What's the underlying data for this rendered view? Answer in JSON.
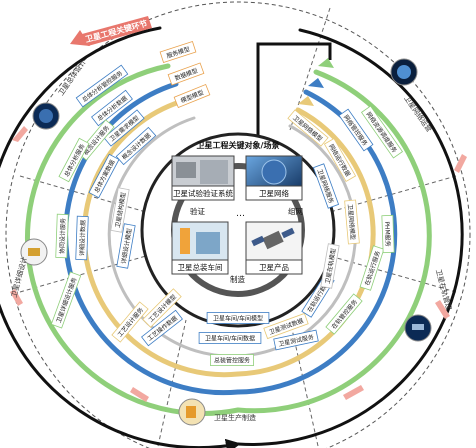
{
  "top_arrow_label": "卫星工程关键环节",
  "center": {
    "title": "卫星工程关键对象/场景",
    "nodes": [
      {
        "label": "卫星试验验证系统"
      },
      {
        "label": "卫星网络"
      },
      {
        "label": "卫星总装车间"
      },
      {
        "label": "卫星产品"
      }
    ],
    "edge_labels": {
      "verify": "验证",
      "network": "组网",
      "manufacture": "制造",
      "ellipsis": "…"
    }
  },
  "phases": [
    {
      "label": "卫星总体设计",
      "icon": "satellite-globe-icon"
    },
    {
      "label": "卫星网络运营",
      "icon": "earth-network-icon"
    },
    {
      "label": "卫星详细设计",
      "icon": "satellite-detail-icon"
    },
    {
      "label": "卫星在轨管理",
      "icon": "satellite-orbit-icon"
    },
    {
      "label": "卫星生产制造",
      "icon": "factory-robot-icon"
    }
  ],
  "tags": {
    "t01": "服务模型",
    "t02": "数据模型",
    "t03": "模型模型",
    "t04": "总体分析管控服务",
    "t05": "总体分析数据",
    "t06": "卫星需求模型",
    "t07": "概念设计数据",
    "t08": "概念设计服务",
    "t09": "总体分析服务",
    "t10": "总体方案数据",
    "t11": "协同设计服务",
    "t12": "详细设计数据",
    "t13": "卫星结构模型",
    "t14": "详细设计模型",
    "t15": "卫星详细设计服务",
    "t16": "工艺设计服务",
    "t17": "工艺设计模型",
    "t18": "工艺操作数据",
    "t19": "卫星车间/车间模型",
    "t20": "卫星车间/车间数据",
    "t21": "卫星测试服务",
    "t22": "总装管控服务",
    "t23": "卫星测试数据",
    "t24": "在轨管控服务",
    "t25": "在轨运行数据",
    "t26": "在轨运行服务",
    "t27": "卫星在轨模型",
    "t28": "卫星网络模型",
    "t29": "网络管控服务",
    "t30": "网络运行数据",
    "t31": "卫星网络服务",
    "t32": "网络资源调度服务",
    "t33": "PHM服务",
    "t34": "卫星网络模型"
  }
}
